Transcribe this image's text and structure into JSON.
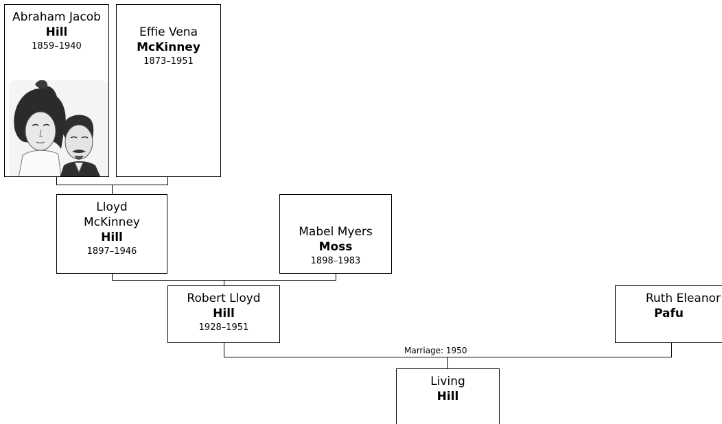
{
  "people": {
    "abraham": {
      "given": "Abraham Jacob",
      "surname": "Hill",
      "dates": "1859–1940"
    },
    "effie": {
      "given": "Effie Vena",
      "surname": "McKinney",
      "dates": "1873–1951"
    },
    "lloyd": {
      "given": "Lloyd McKinney",
      "surname": "Hill",
      "dates": "1897–1946"
    },
    "mabel": {
      "given": "Mabel Myers",
      "surname": "Moss",
      "dates": "1898–1983"
    },
    "robert": {
      "given": "Robert Lloyd",
      "surname": "Hill",
      "dates": "1928–1951"
    },
    "ruth": {
      "given": "Ruth Eleanor",
      "surname": "Pafu"
    },
    "living": {
      "given": "Living",
      "surname": "Hill"
    }
  },
  "marriage_label": "Marriage: 1950"
}
